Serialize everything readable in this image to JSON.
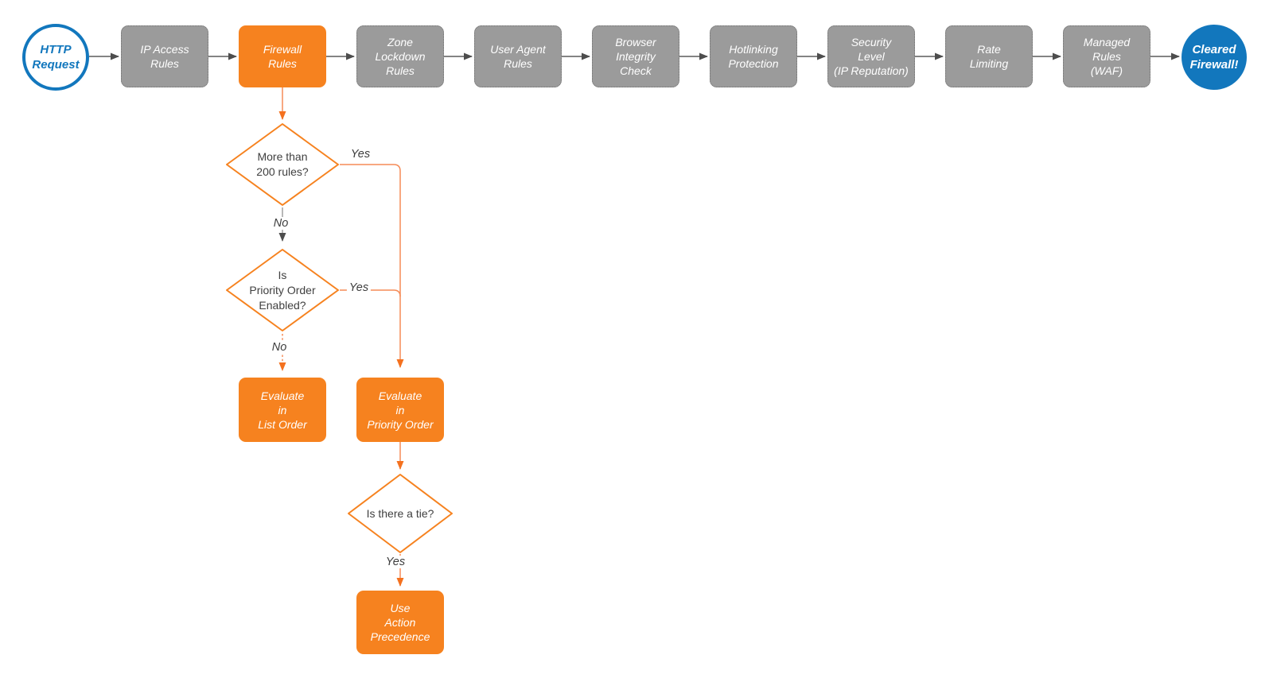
{
  "colors": {
    "orange": "#F6821F",
    "orange_line": "#F58B57",
    "orange_arrow": "#F4711F",
    "gray_node": "#9B9B9B",
    "gray_line": "#5C5C5C",
    "gray_line_light": "#9A9A9A",
    "blue": "#1277BD",
    "text_dark": "#404040",
    "node_text": "#FFFFFF",
    "background": "#FFFFFF"
  },
  "flow": {
    "start": {
      "label": "HTTP\nRequest"
    },
    "pipeline": [
      {
        "label": "IP Access\nRules",
        "style": "gray"
      },
      {
        "label": "Firewall\nRules",
        "style": "orange"
      },
      {
        "label": "Zone\nLockdown\nRules",
        "style": "gray"
      },
      {
        "label": "User Agent\nRules",
        "style": "gray"
      },
      {
        "label": "Browser\nIntegrity\nCheck",
        "style": "gray"
      },
      {
        "label": "Hotlinking\nProtection",
        "style": "gray"
      },
      {
        "label": "Security\nLevel\n(IP Reputation)",
        "style": "gray"
      },
      {
        "label": "Rate\nLimiting",
        "style": "gray"
      },
      {
        "label": "Managed\nRules\n(WAF)",
        "style": "gray"
      }
    ],
    "end": {
      "label": "Cleared\nFirewall!"
    },
    "decisions": [
      {
        "question": "More than\n200 rules?",
        "yes": "Yes",
        "no": "No"
      },
      {
        "question": "Is\nPriority Order\nEnabled?",
        "yes": "Yes",
        "no": "No"
      },
      {
        "question": "Is there a tie?",
        "yes": "Yes"
      }
    ],
    "outcomes": [
      {
        "label": "Evaluate\nin\nList Order"
      },
      {
        "label": "Evaluate\nin\nPriority Order"
      },
      {
        "label": "Use\nAction\nPrecedence"
      }
    ]
  }
}
